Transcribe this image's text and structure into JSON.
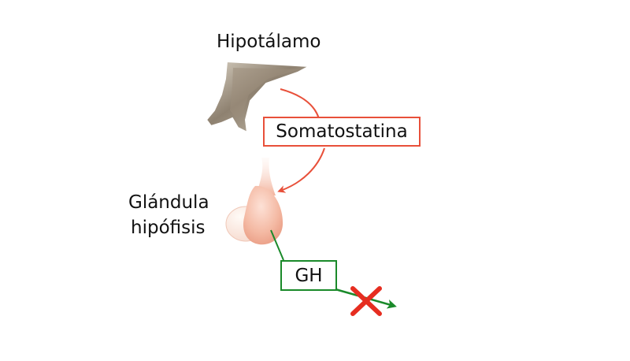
{
  "labels": {
    "hypothalamus": "Hipotálamo",
    "gland_line1": "Glándula",
    "gland_line2": "hipófisis"
  },
  "boxes": {
    "somatostatin": "Somatostatina",
    "gh": "GH"
  },
  "colors": {
    "inhibit_arrow": "#e8503a",
    "gh_arrow": "#1a8a2a",
    "block_cross": "#e62d20",
    "hypothalamus_tissue": "#a89a86",
    "pituitary_tissue": "#f3b8a4"
  },
  "icons": {
    "block": "x-cross-icon"
  }
}
